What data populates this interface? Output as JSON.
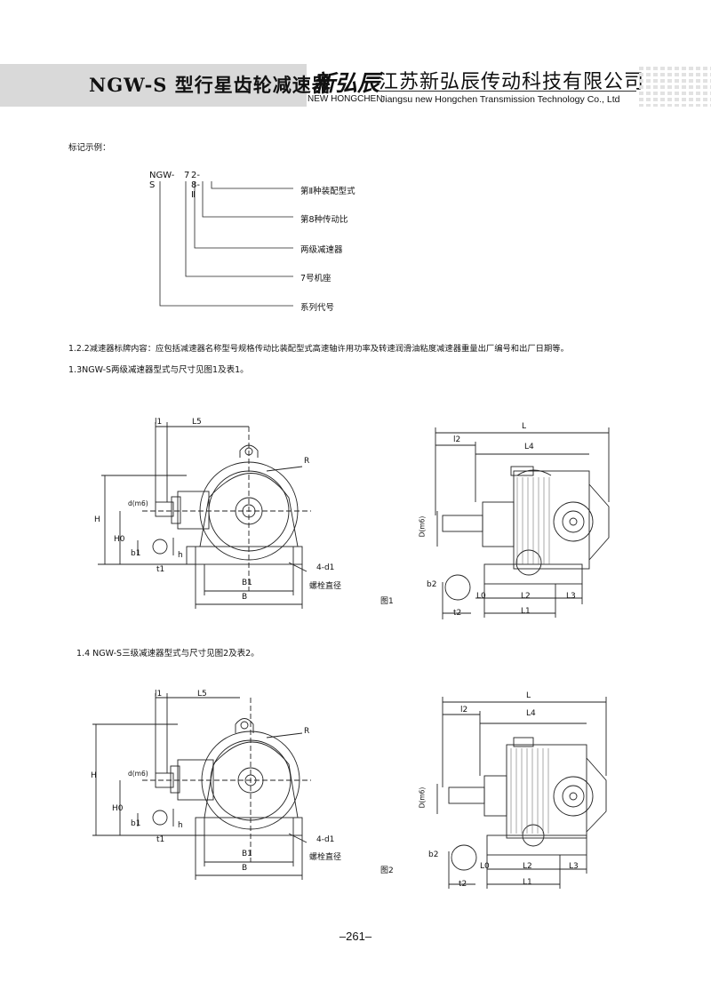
{
  "header": {
    "title": "NGW-S 型行星齿轮减速器",
    "brand_cn": "新弘辰",
    "brand_en": "NEW HONGCHEN",
    "company_cn": "江苏新弘辰传动科技有限公司",
    "company_en": "Jiangsu new Hongchen Transmission Technology Co., Ltd"
  },
  "marking": {
    "label": "标记示例：",
    "code_prefix": "NGW-S",
    "code_frame": "7",
    "code_rest": "2-8-Ⅱ",
    "items": [
      "第Ⅱ种装配型式",
      "第8种传动比",
      "两级减速器",
      "7号机座",
      "系列代号"
    ]
  },
  "sections": {
    "s122": "1.2.2减速器标牌内容：应包括减速器名称型号规格传动比装配型式高速轴许用功率及转速润滑油粘度减速器重量出厂编号和出厂日期等。",
    "s13": "1.3NGW-S两级减速器型式与尺寸见图1及表1。",
    "s14": "1.4 NGW-S三级减速器型式与尺寸见图2及表2。"
  },
  "fig1": {
    "caption": "图1",
    "labels": {
      "l1": "l1",
      "L5": "L5",
      "R": "R",
      "d": "d(m6)",
      "H": "H",
      "H0": "H0",
      "b1": "b1",
      "t1": "t1",
      "h": "h",
      "B1": "B1",
      "B": "B",
      "bolt": "4-d1",
      "bolt_note": "螺栓直径",
      "L": "L",
      "l2": "l2",
      "L4": "L4",
      "D": "D(m6)",
      "b2": "b2",
      "t2": "t2",
      "L0": "L0",
      "L2": "L2",
      "L3": "L3",
      "L1": "L1"
    }
  },
  "fig2": {
    "caption": "图2",
    "labels": {
      "l1": "l1",
      "L5": "L5",
      "R": "R",
      "d": "d(m6)",
      "H": "H",
      "H0": "H0",
      "b1": "b1",
      "t1": "t1",
      "h": "h",
      "B1": "B1",
      "B": "B",
      "bolt": "4-d1",
      "bolt_note": "螺栓直径",
      "L": "L",
      "l2": "l2",
      "L4": "L4",
      "D": "D(m6)",
      "b2": "b2",
      "t2": "t2",
      "L0": "L0",
      "L2": "L2",
      "L3": "L3",
      "L1": "L1"
    }
  },
  "page_number": "–261–"
}
